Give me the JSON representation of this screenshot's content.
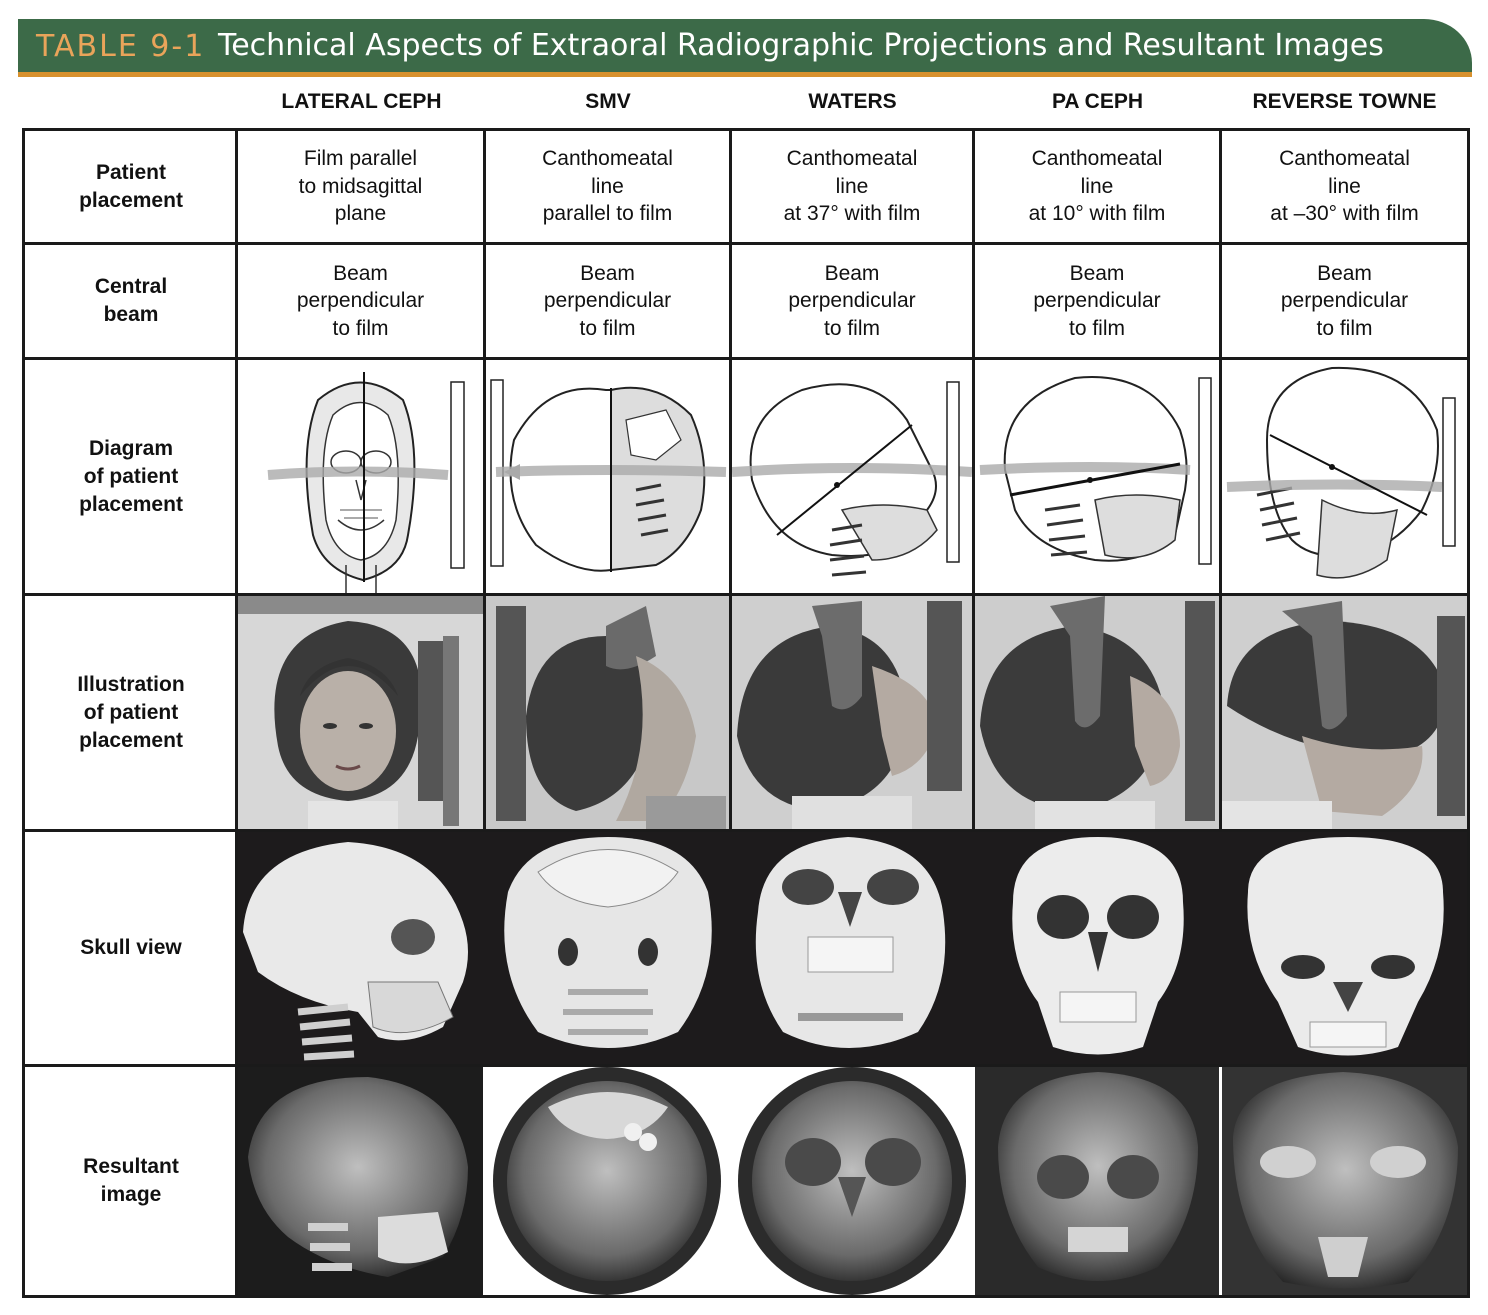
{
  "title": {
    "number": "TABLE 9-1",
    "text": "Technical Aspects of Extraoral Radiographic Projections and Resultant Images"
  },
  "columns": [
    "LATERAL CEPH",
    "SMV",
    "WATERS",
    "PA CEPH",
    "REVERSE TOWNE"
  ],
  "rows": {
    "patient_placement": {
      "label": [
        "Patient",
        "placement"
      ],
      "cells": [
        [
          "Film parallel",
          "to midsagittal",
          "plane"
        ],
        [
          "Canthomeatal",
          "line",
          "parallel to film"
        ],
        [
          "Canthomeatal",
          "line",
          "at 37° with film"
        ],
        [
          "Canthomeatal",
          "line",
          "at 10° with film"
        ],
        [
          "Canthomeatal",
          "line",
          "at –30° with film"
        ]
      ]
    },
    "central_beam": {
      "label": [
        "Central",
        "beam"
      ],
      "cells": [
        [
          "Beam",
          "perpendicular",
          "to film"
        ],
        [
          "Beam",
          "perpendicular",
          "to film"
        ],
        [
          "Beam",
          "perpendicular",
          "to film"
        ],
        [
          "Beam",
          "perpendicular",
          "to film"
        ],
        [
          "Beam",
          "perpendicular",
          "to film"
        ]
      ]
    },
    "diagram": {
      "label": [
        "Diagram",
        "of patient",
        "placement"
      ]
    },
    "illustration": {
      "label": [
        "Illustration",
        "of patient",
        "placement"
      ]
    },
    "skull_view": {
      "label": [
        "Skull view"
      ]
    },
    "resultant_image": {
      "label": [
        "Resultant",
        "image"
      ]
    }
  },
  "colors": {
    "title_bg": "#3c6a48",
    "title_accent": "#d8912e",
    "title_number": "#e9a45a"
  }
}
